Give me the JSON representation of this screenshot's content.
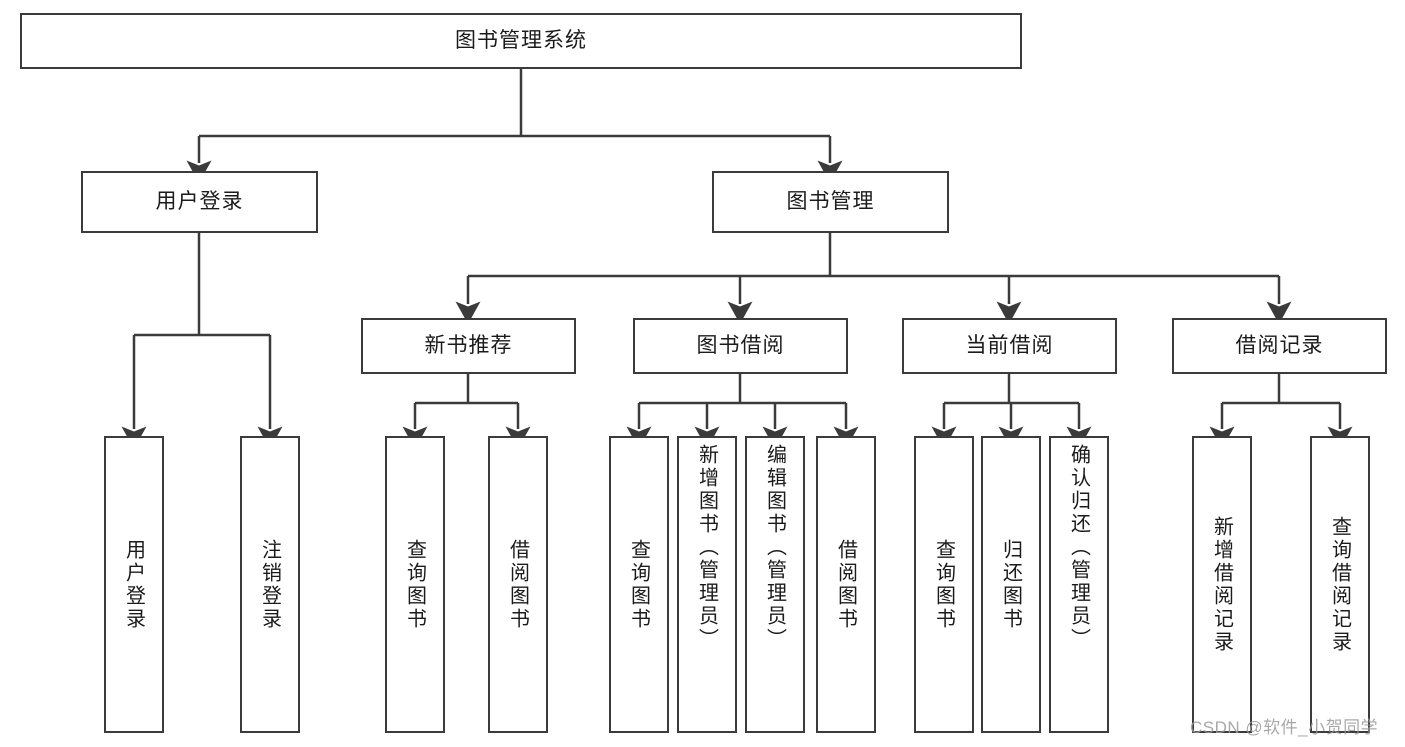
{
  "diagram": {
    "type": "tree-hierarchy-flowchart",
    "title": "图书管理系统",
    "stroke_color": "#3b3b3b",
    "background_color": "#ffffff",
    "text_color": "#1b1b1b",
    "nodes": {
      "root": {
        "label": "图书管理系统",
        "level": 1
      },
      "l2": [
        {
          "id": "user-login",
          "label": "用户登录",
          "level": 2
        },
        {
          "id": "book-manage",
          "label": "图书管理",
          "level": 2
        }
      ],
      "l3": [
        {
          "id": "new-book-rec",
          "label": "新书推荐",
          "level": 3,
          "parent": "book-manage"
        },
        {
          "id": "book-borrow",
          "label": "图书借阅",
          "level": 3,
          "parent": "book-manage"
        },
        {
          "id": "current-borrow",
          "label": "当前借阅",
          "level": 3,
          "parent": "book-manage"
        },
        {
          "id": "borrow-record",
          "label": "借阅记录",
          "level": 3,
          "parent": "book-manage"
        }
      ],
      "leaves": [
        {
          "id": "leaf-user-login",
          "label": "用户登录",
          "parent": "user-login"
        },
        {
          "id": "leaf-logout",
          "label": "注销登录",
          "parent": "user-login"
        },
        {
          "id": "leaf-query-book-1",
          "label": "查询图书",
          "parent": "new-book-rec"
        },
        {
          "id": "leaf-borrow-book-1",
          "label": "借阅图书",
          "parent": "new-book-rec"
        },
        {
          "id": "leaf-query-book-2",
          "label": "查询图书",
          "parent": "book-borrow"
        },
        {
          "id": "leaf-add-book",
          "label": "新增图书（管理员）",
          "parent": "book-borrow"
        },
        {
          "id": "leaf-edit-book",
          "label": "编辑图书（管理员）",
          "parent": "book-borrow"
        },
        {
          "id": "leaf-borrow-book-2",
          "label": "借阅图书",
          "parent": "book-borrow"
        },
        {
          "id": "leaf-query-book-3",
          "label": "查询图书",
          "parent": "current-borrow"
        },
        {
          "id": "leaf-return-book",
          "label": "归还图书",
          "parent": "current-borrow"
        },
        {
          "id": "leaf-confirm-return",
          "label": "确认归还（管理员）",
          "parent": "current-borrow"
        },
        {
          "id": "leaf-add-record",
          "label": "新增借阅记录",
          "parent": "borrow-record"
        },
        {
          "id": "leaf-query-record",
          "label": "查询借阅记录",
          "parent": "borrow-record"
        }
      ]
    },
    "watermark": "CSDN @软件_小贺同学"
  }
}
